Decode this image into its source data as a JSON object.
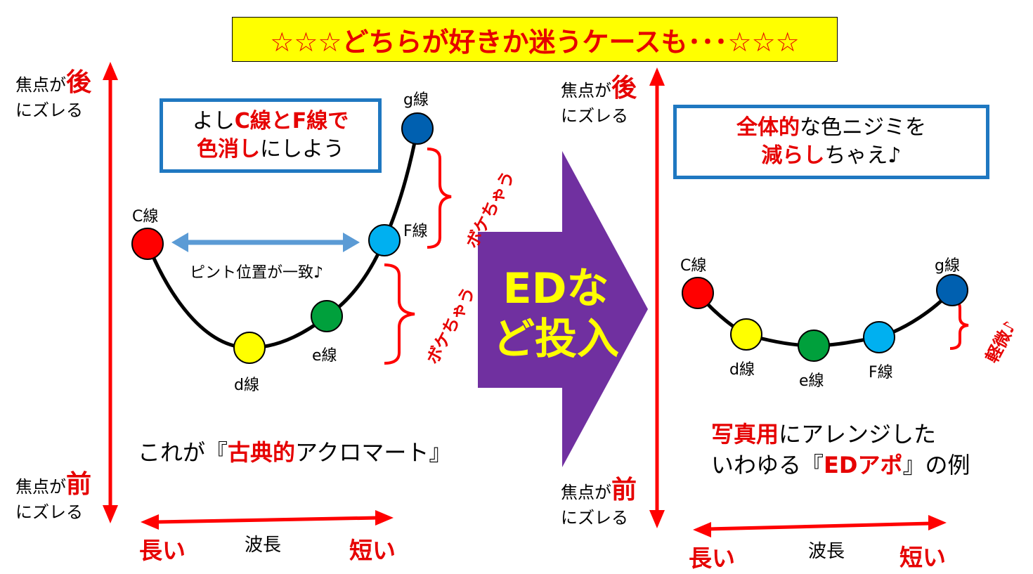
{
  "title": "☆☆☆どちらが好きか迷うケースも･･･☆☆☆",
  "axis": {
    "top_prefix": "焦点が",
    "top_emph": "後",
    "bottom_prefix": "焦点が",
    "bottom_emph": "前",
    "shift_text": "にズレる",
    "wavelength": "波長",
    "long": "長い",
    "short": "短い"
  },
  "left": {
    "note": {
      "l1_a": "よし",
      "l1_b": "C線と",
      "l1_c": "F線で",
      "l2_a": "色消し",
      "l2_b": "にしよう"
    },
    "points": {
      "C": "C線",
      "d": "d線",
      "e": "e線",
      "F": "F線",
      "g": "g線"
    },
    "focus_match": "ピント位置が一致♪",
    "boke": "ボケちゃう",
    "caption_a": "これが『",
    "caption_b": "古典的",
    "caption_c": "アクロマート』"
  },
  "arrow": {
    "label": "EDなど投入",
    "color": "#7030a0"
  },
  "right": {
    "note": {
      "l1_a": "全体的",
      "l1_b": "な色ニジミを",
      "l2_a": "減らし",
      "l2_b": "ちゃえ♪"
    },
    "points": {
      "C": "C線",
      "d": "d線",
      "e": "e線",
      "F": "F線",
      "g": "g線"
    },
    "slight": "軽微♪",
    "caption1_a": "写真用",
    "caption1_b": "にアレンジした",
    "caption2_a": "いわゆる『",
    "caption2_b": "EDアポ",
    "caption2_c": "』の例"
  },
  "colors": {
    "axis_red": "#ff0000",
    "box_blue": "#1f78c1",
    "double_arrow": "#5b9bd5",
    "banner_yellow": "#ffff00",
    "C": "#ff0000",
    "d": "#ffff00",
    "e": "#00a03c",
    "F": "#00b0f0",
    "g": "#0060b0"
  }
}
